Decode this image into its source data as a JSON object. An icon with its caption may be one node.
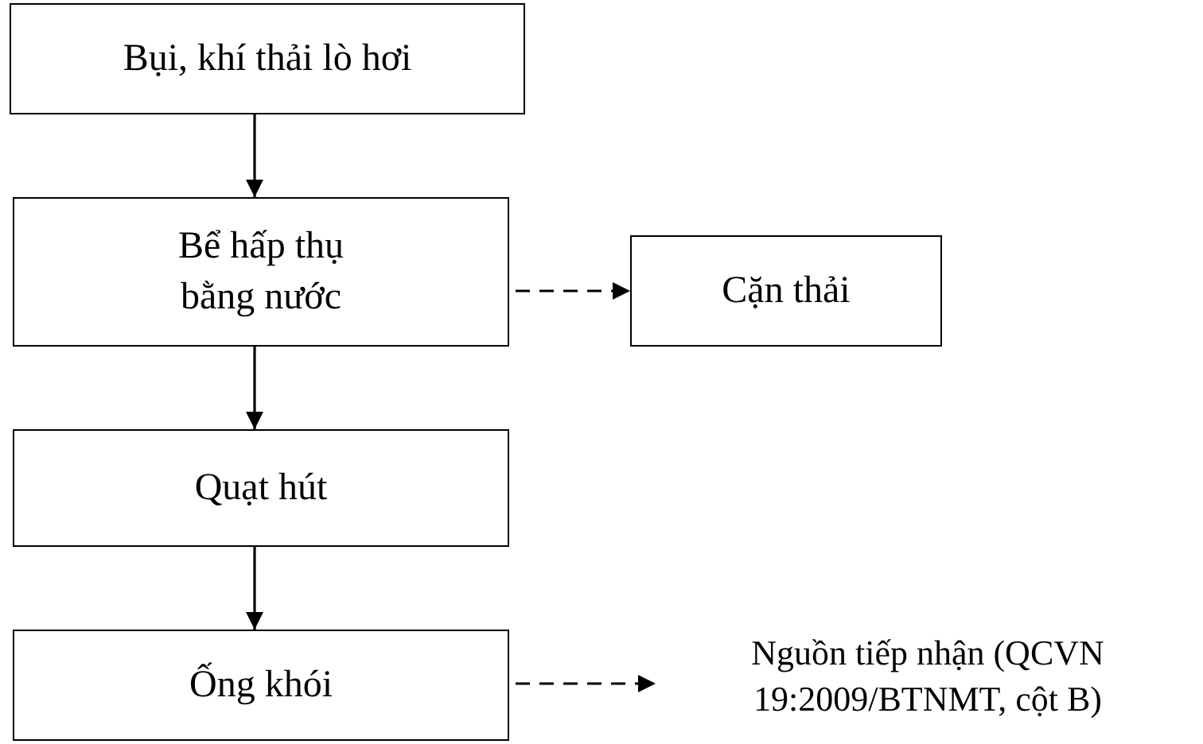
{
  "diagram": {
    "nodes": [
      {
        "text": [
          "Bụi, khí thải lò hơi"
        ]
      },
      {
        "text": [
          "Bể hấp thụ bằng nước"
        ]
      },
      {
        "text": [
          "Cặn thải"
        ]
      },
      {
        "text": [
          "Quạt hút"
        ]
      },
      {
        "text": [
          "Ống khói"
        ]
      },
      {
        "text": [
          "Nguồn tiếp nhận (QCVN 19:2009/BTNMT, cột B)"
        ]
      }
    ],
    "edges": [
      {
        "from": 0,
        "to": 1,
        "arrow": "to"
      },
      {
        "from": 1,
        "to": 2,
        "arrow": "to",
        "style": "dashed"
      },
      {
        "from": 1,
        "to": 3,
        "arrow": "to"
      },
      {
        "from": 3,
        "to": 4,
        "arrow": "to"
      },
      {
        "from": 4,
        "to": 5,
        "arrow": "to",
        "style": "dashed"
      }
    ]
  }
}
